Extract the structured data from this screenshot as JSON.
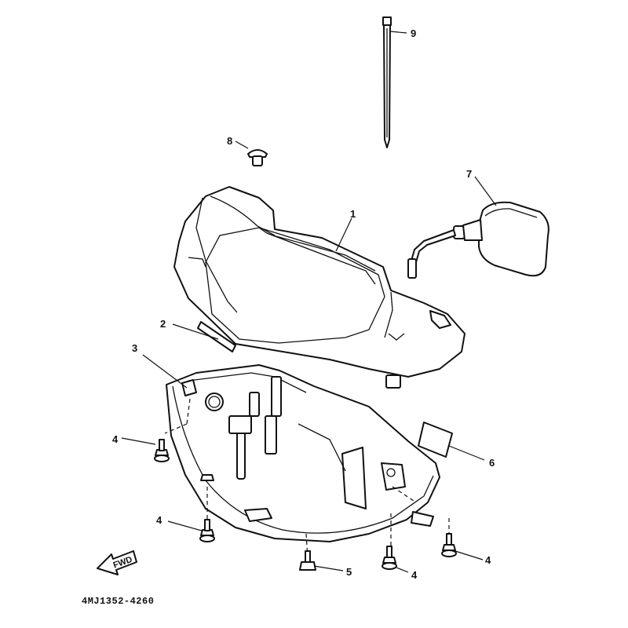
{
  "callouts": [
    "1",
    "2",
    "3",
    "4",
    "5",
    "6",
    "7",
    "8",
    "9"
  ],
  "fwd_label": "FWD",
  "part_code": "4MJ1352-4260"
}
